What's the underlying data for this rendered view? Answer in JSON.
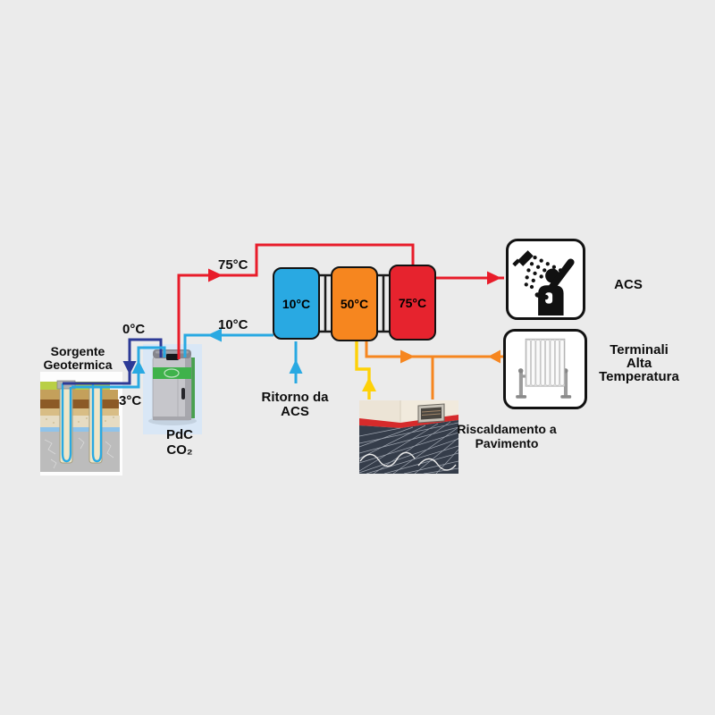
{
  "colors": {
    "background": "#ebebeb",
    "pipe_red": "#e81c2a",
    "pipe_blue": "#29a9e2",
    "pipe_navy": "#2c3a96",
    "pipe_orange": "#f6861f",
    "pipe_yellow": "#fed108",
    "tank_blue": "#29a9e2",
    "tank_orange": "#f6861f",
    "tank_red": "#e6232e",
    "hp_green": "#3fb24b",
    "box_bg": "#ffffff",
    "floor_red_stripe": "#d62b2b"
  },
  "geothermal": {
    "label_line1": "Sorgente",
    "label_line2": "Geotermica",
    "temp_to_ground": "0°C",
    "temp_from_ground": "3°C"
  },
  "heat_pump": {
    "label_line1": "PdC",
    "label_line2": "CO₂"
  },
  "pipes": {
    "supply_temp": "75°C",
    "return_temp": "10°C"
  },
  "tanks": [
    {
      "label": "10°C"
    },
    {
      "label": "50°C"
    },
    {
      "label": "75°C"
    }
  ],
  "acs_return": {
    "line1": "Ritorno da",
    "line2": "ACS"
  },
  "outputs": {
    "acs_label": "ACS",
    "high_temp_line1": "Terminali",
    "high_temp_line2": "Alta",
    "high_temp_line3": "Temperatura",
    "floor_line1": "Riscaldamento a",
    "floor_line2": "Pavimento"
  }
}
